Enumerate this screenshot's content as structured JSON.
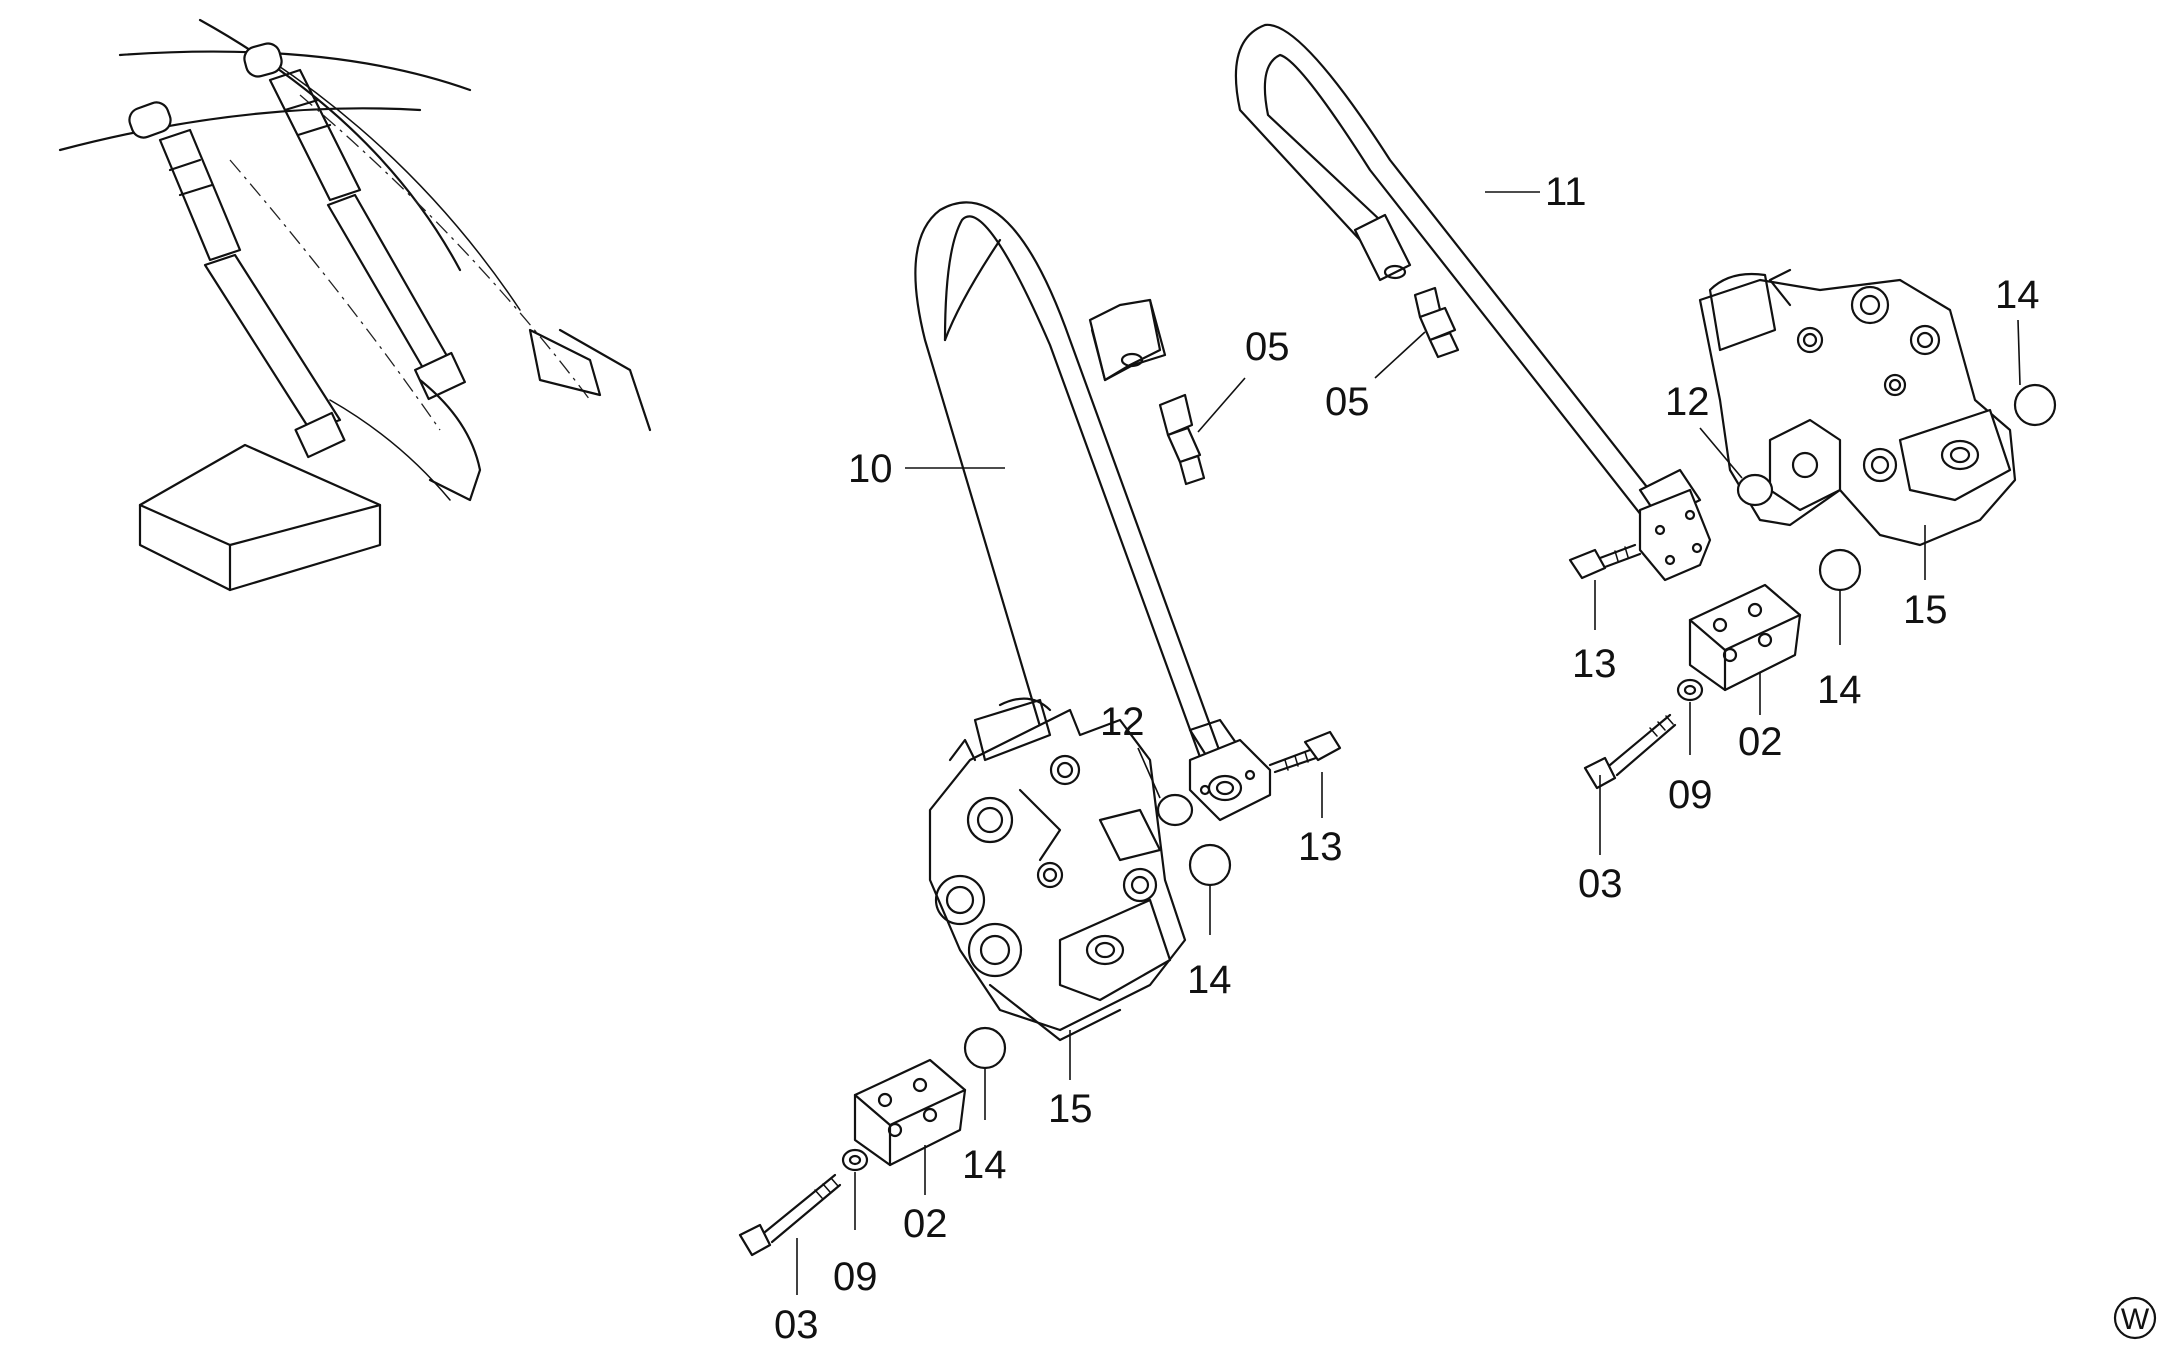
{
  "diagram": {
    "callouts": [
      {
        "id": "c-10",
        "text": "10"
      },
      {
        "id": "c-11",
        "text": "11"
      },
      {
        "id": "c-05a",
        "text": "05"
      },
      {
        "id": "c-05b",
        "text": "05"
      },
      {
        "id": "c-12a",
        "text": "12"
      },
      {
        "id": "c-12b",
        "text": "12"
      },
      {
        "id": "c-13a",
        "text": "13"
      },
      {
        "id": "c-13b",
        "text": "13"
      },
      {
        "id": "c-14a",
        "text": "14"
      },
      {
        "id": "c-14b",
        "text": "14"
      },
      {
        "id": "c-14c",
        "text": "14"
      },
      {
        "id": "c-14d",
        "text": "14"
      },
      {
        "id": "c-15a",
        "text": "15"
      },
      {
        "id": "c-15b",
        "text": "15"
      },
      {
        "id": "c-02a",
        "text": "02"
      },
      {
        "id": "c-02b",
        "text": "02"
      },
      {
        "id": "c-09a",
        "text": "09"
      },
      {
        "id": "c-09b",
        "text": "09"
      },
      {
        "id": "c-03a",
        "text": "03"
      },
      {
        "id": "c-03b",
        "text": "03"
      }
    ],
    "corner_mark": "W"
  }
}
